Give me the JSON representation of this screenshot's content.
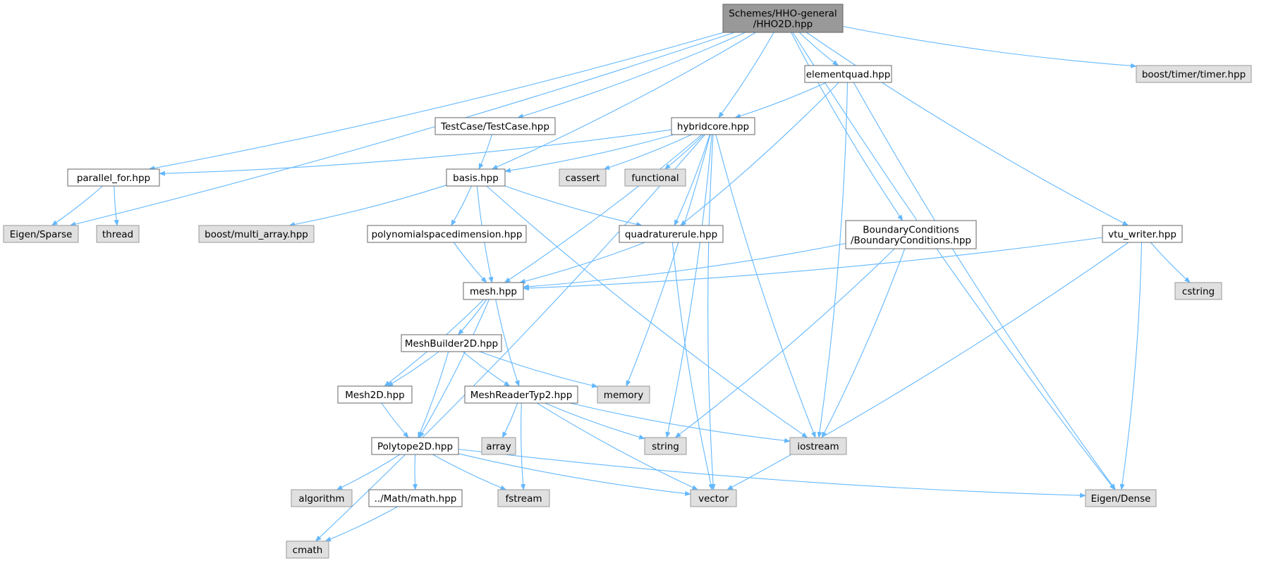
{
  "diagram": {
    "colors": {
      "root_fill": "#999999",
      "root_stroke": "#666666",
      "local_fill": "#ffffff",
      "local_stroke": "#666666",
      "external_fill": "#e0e0e0",
      "external_stroke": "#999999",
      "edge": "#63b8ff"
    },
    "nodes": [
      {
        "id": "root",
        "kind": "root",
        "lines": [
          "Schemes/HHO-general",
          "/HHO2D.hpp"
        ]
      },
      {
        "id": "elementquad",
        "kind": "local",
        "lines": [
          "elementquad.hpp"
        ]
      },
      {
        "id": "boost_timer",
        "kind": "external",
        "lines": [
          "boost/timer/timer.hpp"
        ]
      },
      {
        "id": "testcase",
        "kind": "local",
        "lines": [
          "TestCase/TestCase.hpp"
        ]
      },
      {
        "id": "hybridcore",
        "kind": "local",
        "lines": [
          "hybridcore.hpp"
        ]
      },
      {
        "id": "parallel_for",
        "kind": "local",
        "lines": [
          "parallel_for.hpp"
        ]
      },
      {
        "id": "basis",
        "kind": "local",
        "lines": [
          "basis.hpp"
        ]
      },
      {
        "id": "cassert",
        "kind": "external",
        "lines": [
          "cassert"
        ]
      },
      {
        "id": "functional",
        "kind": "external",
        "lines": [
          "functional"
        ]
      },
      {
        "id": "eigen_sparse",
        "kind": "external",
        "lines": [
          "Eigen/Sparse"
        ]
      },
      {
        "id": "thread",
        "kind": "external",
        "lines": [
          "thread"
        ]
      },
      {
        "id": "boost_multi_array",
        "kind": "external",
        "lines": [
          "boost/multi_array.hpp"
        ]
      },
      {
        "id": "polyspacedim",
        "kind": "local",
        "lines": [
          "polynomialspacedimension.hpp"
        ]
      },
      {
        "id": "quadrule",
        "kind": "local",
        "lines": [
          "quadraturerule.hpp"
        ]
      },
      {
        "id": "boundary",
        "kind": "local",
        "lines": [
          "BoundaryConditions",
          "/BoundaryConditions.hpp"
        ]
      },
      {
        "id": "vtu_writer",
        "kind": "local",
        "lines": [
          "vtu_writer.hpp"
        ]
      },
      {
        "id": "cstring",
        "kind": "external",
        "lines": [
          "cstring"
        ]
      },
      {
        "id": "mesh",
        "kind": "local",
        "lines": [
          "mesh.hpp"
        ]
      },
      {
        "id": "meshbuilder",
        "kind": "local",
        "lines": [
          "MeshBuilder2D.hpp"
        ]
      },
      {
        "id": "mesh2d",
        "kind": "local",
        "lines": [
          "Mesh2D.hpp"
        ]
      },
      {
        "id": "meshreader",
        "kind": "local",
        "lines": [
          "MeshReaderTyp2.hpp"
        ]
      },
      {
        "id": "memory",
        "kind": "external",
        "lines": [
          "memory"
        ]
      },
      {
        "id": "array",
        "kind": "external",
        "lines": [
          "array"
        ]
      },
      {
        "id": "string",
        "kind": "external",
        "lines": [
          "string"
        ]
      },
      {
        "id": "iostream",
        "kind": "external",
        "lines": [
          "iostream"
        ]
      },
      {
        "id": "polytope",
        "kind": "local",
        "lines": [
          "Polytope2D.hpp"
        ]
      },
      {
        "id": "algorithm",
        "kind": "external",
        "lines": [
          "algorithm"
        ]
      },
      {
        "id": "mathhpp",
        "kind": "local",
        "lines": [
          "../Math/math.hpp"
        ]
      },
      {
        "id": "fstream",
        "kind": "external",
        "lines": [
          "fstream"
        ]
      },
      {
        "id": "vector",
        "kind": "external",
        "lines": [
          "vector"
        ]
      },
      {
        "id": "eigen_dense",
        "kind": "external",
        "lines": [
          "Eigen/Dense"
        ]
      },
      {
        "id": "cmath",
        "kind": "external",
        "lines": [
          "cmath"
        ]
      }
    ],
    "edges": [
      [
        "root",
        "elementquad"
      ],
      [
        "root",
        "boost_timer"
      ],
      [
        "root",
        "testcase"
      ],
      [
        "root",
        "hybridcore"
      ],
      [
        "root",
        "parallel_for"
      ],
      [
        "root",
        "basis"
      ],
      [
        "root",
        "eigen_sparse"
      ],
      [
        "root",
        "boundary"
      ],
      [
        "root",
        "vtu_writer"
      ],
      [
        "root",
        "eigen_dense"
      ],
      [
        "elementquad",
        "hybridcore"
      ],
      [
        "elementquad",
        "quadrule"
      ],
      [
        "elementquad",
        "iostream"
      ],
      [
        "elementquad",
        "eigen_dense"
      ],
      [
        "testcase",
        "basis"
      ],
      [
        "hybridcore",
        "parallel_for"
      ],
      [
        "hybridcore",
        "basis"
      ],
      [
        "hybridcore",
        "cassert"
      ],
      [
        "hybridcore",
        "functional"
      ],
      [
        "hybridcore",
        "quadrule"
      ],
      [
        "hybridcore",
        "mesh"
      ],
      [
        "hybridcore",
        "memory"
      ],
      [
        "hybridcore",
        "string"
      ],
      [
        "hybridcore",
        "iostream"
      ],
      [
        "hybridcore",
        "vector"
      ],
      [
        "hybridcore",
        "cmath"
      ],
      [
        "parallel_for",
        "eigen_sparse"
      ],
      [
        "parallel_for",
        "thread"
      ],
      [
        "basis",
        "boost_multi_array"
      ],
      [
        "basis",
        "polyspacedim"
      ],
      [
        "basis",
        "quadrule"
      ],
      [
        "basis",
        "mesh"
      ],
      [
        "basis",
        "iostream"
      ],
      [
        "polyspacedim",
        "mesh"
      ],
      [
        "quadrule",
        "mesh"
      ],
      [
        "quadrule",
        "vector"
      ],
      [
        "boundary",
        "mesh"
      ],
      [
        "boundary",
        "string"
      ],
      [
        "boundary",
        "iostream"
      ],
      [
        "vtu_writer",
        "mesh"
      ],
      [
        "vtu_writer",
        "cstring"
      ],
      [
        "vtu_writer",
        "vector"
      ],
      [
        "vtu_writer",
        "eigen_dense"
      ],
      [
        "mesh",
        "meshbuilder"
      ],
      [
        "mesh",
        "mesh2d"
      ],
      [
        "mesh",
        "meshreader"
      ],
      [
        "mesh",
        "polytope"
      ],
      [
        "meshbuilder",
        "mesh2d"
      ],
      [
        "meshbuilder",
        "meshreader"
      ],
      [
        "meshbuilder",
        "memory"
      ],
      [
        "meshbuilder",
        "polytope"
      ],
      [
        "mesh2d",
        "polytope"
      ],
      [
        "meshreader",
        "array"
      ],
      [
        "meshreader",
        "string"
      ],
      [
        "meshreader",
        "iostream"
      ],
      [
        "meshreader",
        "fstream"
      ],
      [
        "meshreader",
        "vector"
      ],
      [
        "polytope",
        "algorithm"
      ],
      [
        "polytope",
        "mathhpp"
      ],
      [
        "polytope",
        "fstream"
      ],
      [
        "polytope",
        "vector"
      ],
      [
        "polytope",
        "eigen_dense"
      ],
      [
        "mathhpp",
        "cmath"
      ]
    ]
  }
}
